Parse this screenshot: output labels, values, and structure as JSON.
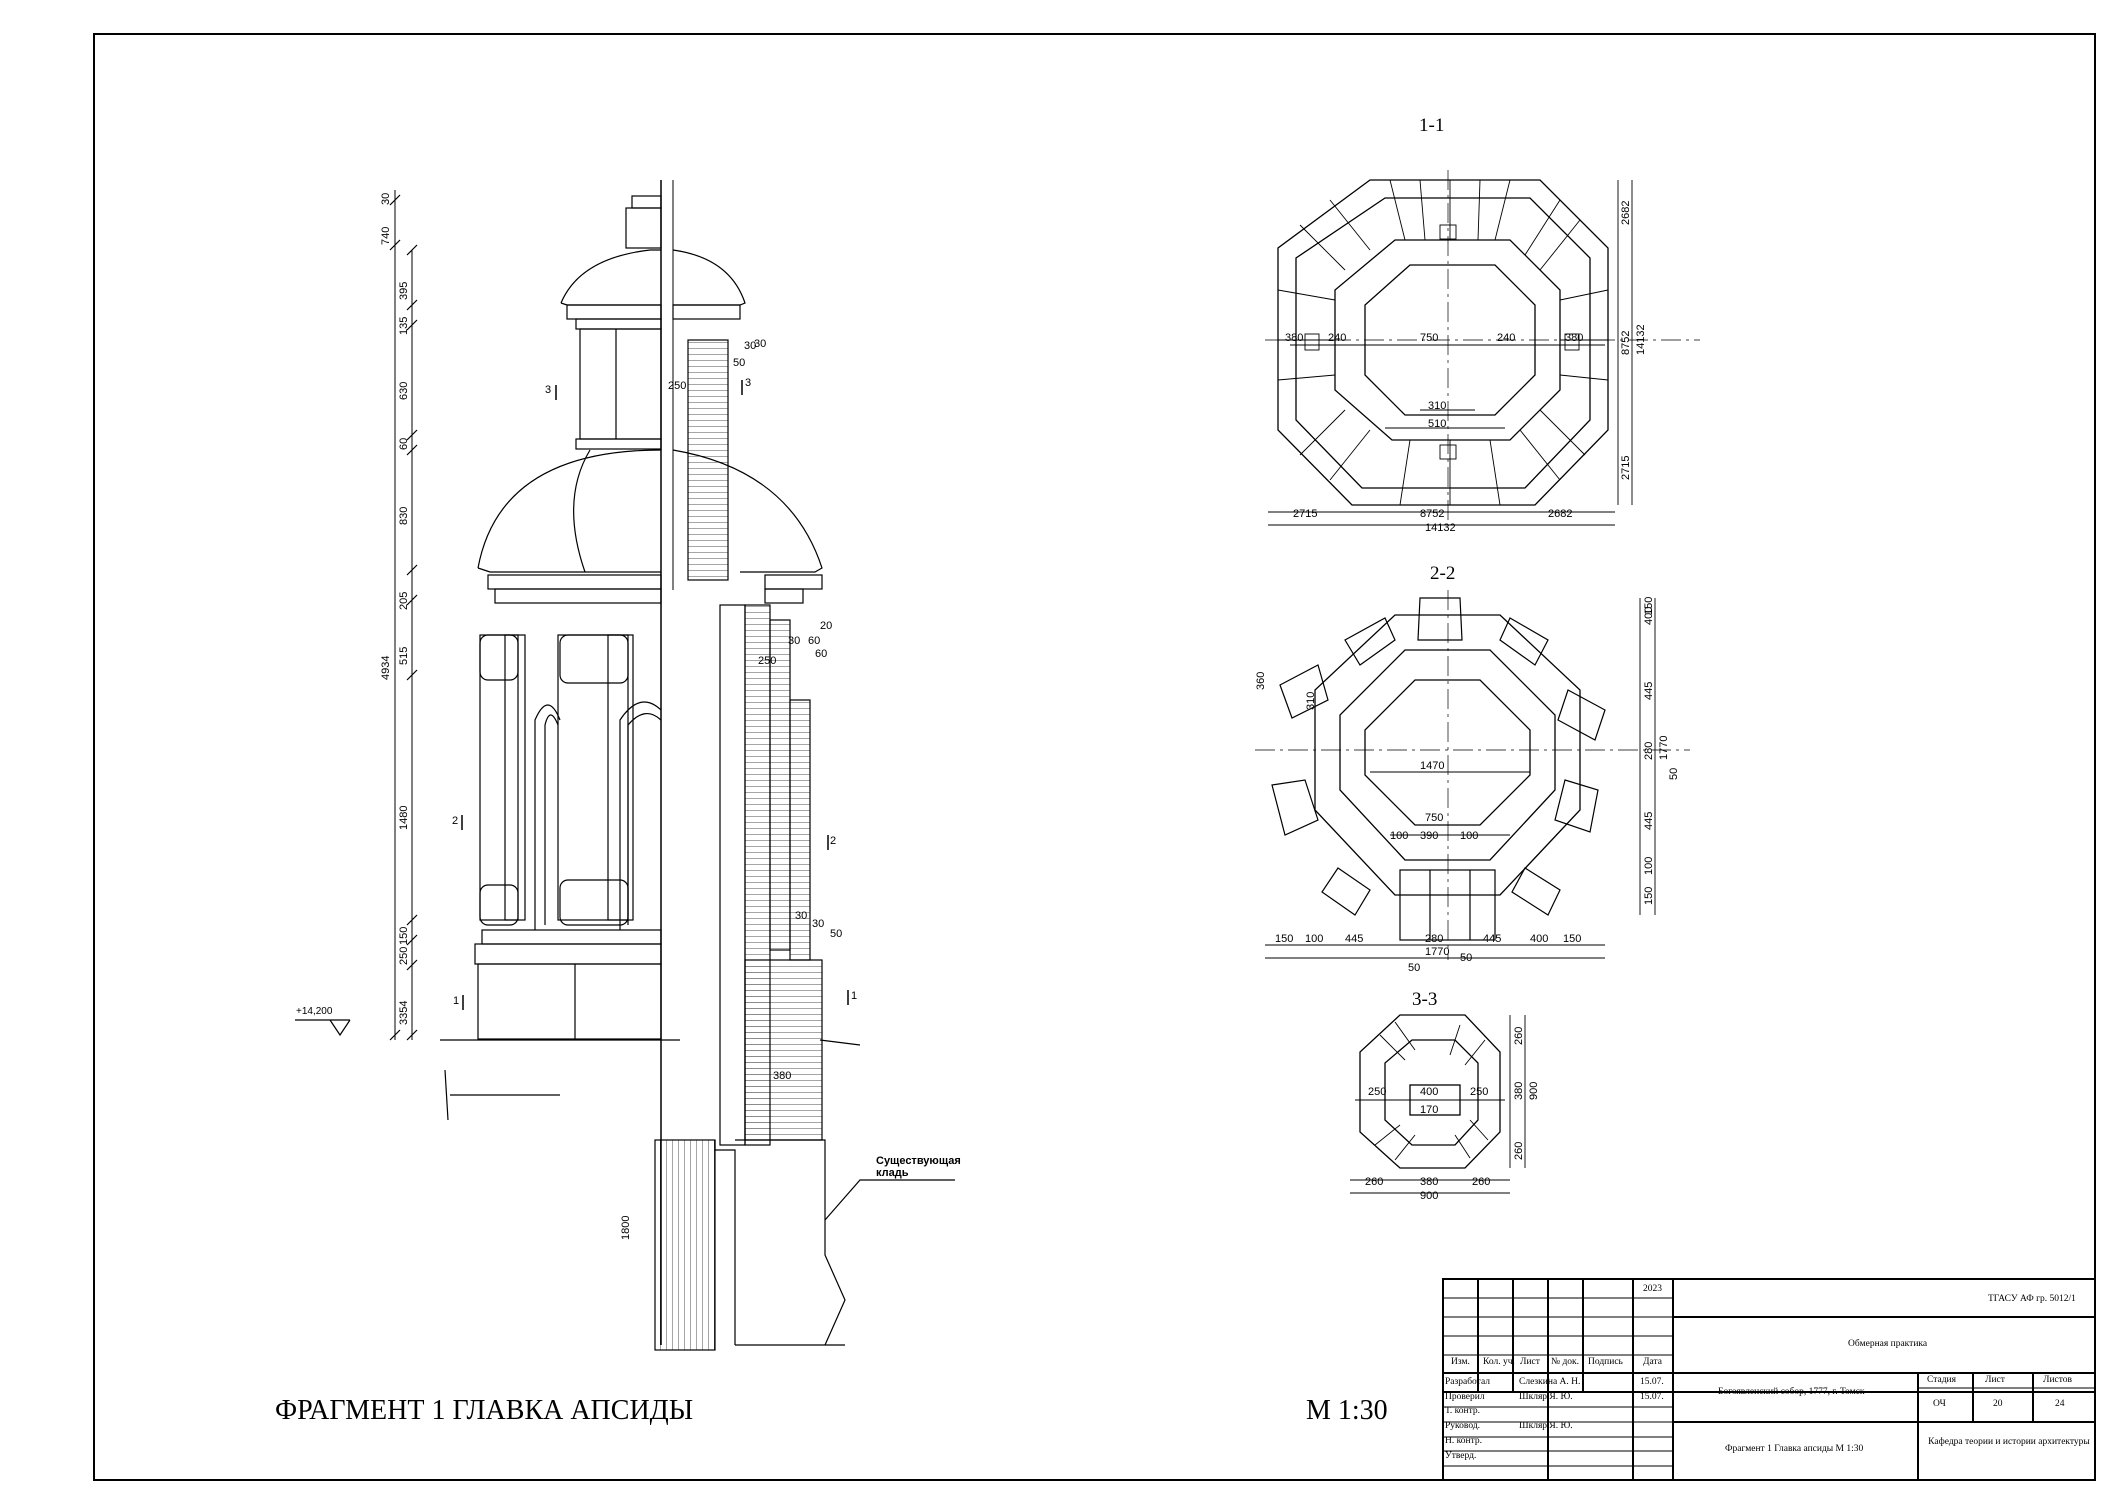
{
  "fragment": {
    "title": "ФРАГМЕНТ 1  ГЛАВКА АПСИДЫ",
    "scale": "М 1:30"
  },
  "elevation": {
    "vertical_dims": [
      "30",
      "740",
      "395",
      "135",
      "630",
      "60",
      "830",
      "205",
      "515",
      "1480",
      "150",
      "250",
      "3354",
      "4934"
    ],
    "level_mark": "+14,200",
    "horizontal_dims": [
      "250",
      "250",
      "380"
    ],
    "detail_dims": [
      "30",
      "50",
      "30",
      "60",
      "20",
      "30",
      "30",
      "50",
      "30",
      "60"
    ],
    "section_marks": [
      "3",
      "3",
      "2",
      "2",
      "1",
      "1"
    ],
    "lower_dim": "1800",
    "note": "Существующая\nкладь"
  },
  "section_1_1": {
    "title": "1-1",
    "dims": [
      "380",
      "240",
      "750",
      "240",
      "380",
      "310",
      "510",
      "2715",
      "8752",
      "2682",
      "14132",
      "2682",
      "8752",
      "14132",
      "2715"
    ]
  },
  "section_2_2": {
    "title": "2-2",
    "dims": [
      "360",
      "310",
      "1470",
      "750",
      "100",
      "390",
      "100",
      "150",
      "100",
      "445",
      "280",
      "445",
      "400",
      "150",
      "1770",
      "50",
      "50",
      "400",
      "150",
      "445",
      "280",
      "1770",
      "50",
      "445",
      "100",
      "150"
    ]
  },
  "section_3_3": {
    "title": "3-3",
    "dims": [
      "250",
      "400",
      "250",
      "170",
      "260",
      "380",
      "260",
      "900",
      "260",
      "380",
      "260",
      "900"
    ]
  },
  "title_block": {
    "year": "2023",
    "org": "ТГАСУ АФ гр. 5012/1",
    "practice": "Обмерная практика",
    "headers": [
      "Изм.",
      "Кол. уч.",
      "Лист",
      "№ док.",
      "Подпись",
      "Дата"
    ],
    "rows": [
      {
        "role": "Разработал",
        "name": "Слезкина А. Н.",
        "date": "15.07."
      },
      {
        "role": "Проверил",
        "name": "Шкляр Я. Ю.",
        "date": "15.07."
      },
      {
        "role": "Т. контр.",
        "name": "",
        "date": ""
      },
      {
        "role": "Руковод.",
        "name": "Шкляр Я. Ю.",
        "date": ""
      },
      {
        "role": "Н. контр.",
        "name": "",
        "date": ""
      },
      {
        "role": "Утверд.",
        "name": "",
        "date": ""
      }
    ],
    "object": "Богоявленский собор, 1777, г. Томск",
    "sheet_title": "Фрагмент 1 Главка апсиды М 1:30",
    "stage_label": "Стадия",
    "sheet_label": "Лист",
    "sheets_label": "Листов",
    "stage": "ОЧ",
    "sheet": "20",
    "sheets": "24",
    "department": "Кафедра теории и истории архитектуры"
  }
}
